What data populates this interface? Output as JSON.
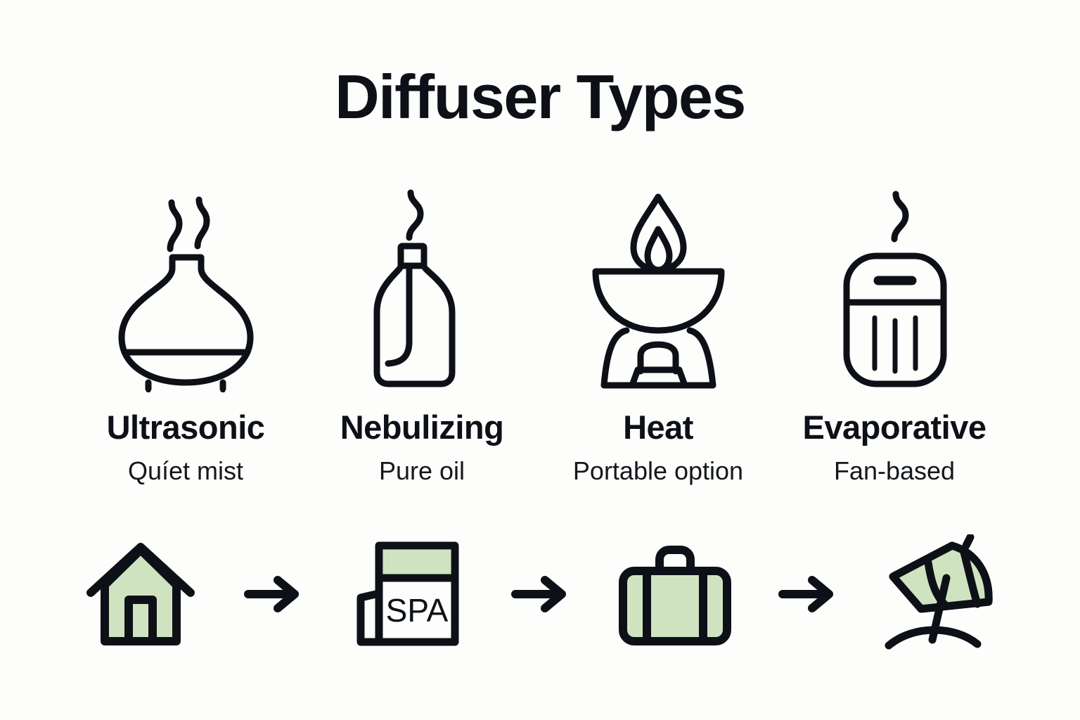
{
  "page": {
    "title": "Diffuser Types",
    "background_color": "#fdfdfb",
    "stroke_color": "#0d1117",
    "accent_green": "#cfe3c0",
    "text_color": "#0d1117"
  },
  "diffuser_types": [
    {
      "label": "Ultrasonic",
      "caption": "Quíet mist",
      "icon": "ultrasonic-diffuser-icon"
    },
    {
      "label": "Nebulizing",
      "caption": "Pure oil",
      "icon": "nebulizing-bottle-icon"
    },
    {
      "label": "Heat",
      "caption": "Portable option",
      "icon": "heat-oil-burner-icon"
    },
    {
      "label": "Evaporative",
      "caption": "Fan-based",
      "icon": "evaporative-fan-unit-icon"
    }
  ],
  "usage_flow": [
    {
      "icon": "house-icon",
      "name": "home"
    },
    {
      "icon": "arrow-right-icon",
      "name": "arrow"
    },
    {
      "icon": "spa-sign-icon",
      "name": "spa",
      "text": "SPA"
    },
    {
      "icon": "arrow-right-icon",
      "name": "arrow"
    },
    {
      "icon": "suitcase-icon",
      "name": "travel"
    },
    {
      "icon": "arrow-right-icon",
      "name": "arrow"
    },
    {
      "icon": "beach-umbrella-icon",
      "name": "beach"
    }
  ]
}
